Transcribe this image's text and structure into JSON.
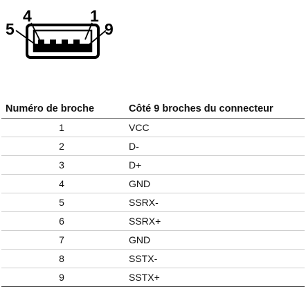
{
  "diagram": {
    "pin_labels": {
      "left_outer": "5",
      "left_inner": "4",
      "right_inner": "1",
      "right_outer": "9"
    }
  },
  "table": {
    "headers": {
      "pin_number": "Numéro de broche",
      "connector_side": "Côté 9 broches du connecteur"
    },
    "rows": [
      {
        "pin": "1",
        "signal": "VCC"
      },
      {
        "pin": "2",
        "signal": "D-"
      },
      {
        "pin": "3",
        "signal": "D+"
      },
      {
        "pin": "4",
        "signal": "GND"
      },
      {
        "pin": "5",
        "signal": "SSRX-"
      },
      {
        "pin": "6",
        "signal": "SSRX+"
      },
      {
        "pin": "7",
        "signal": "GND"
      },
      {
        "pin": "8",
        "signal": "SSTX-"
      },
      {
        "pin": "9",
        "signal": "SSTX+"
      }
    ]
  }
}
